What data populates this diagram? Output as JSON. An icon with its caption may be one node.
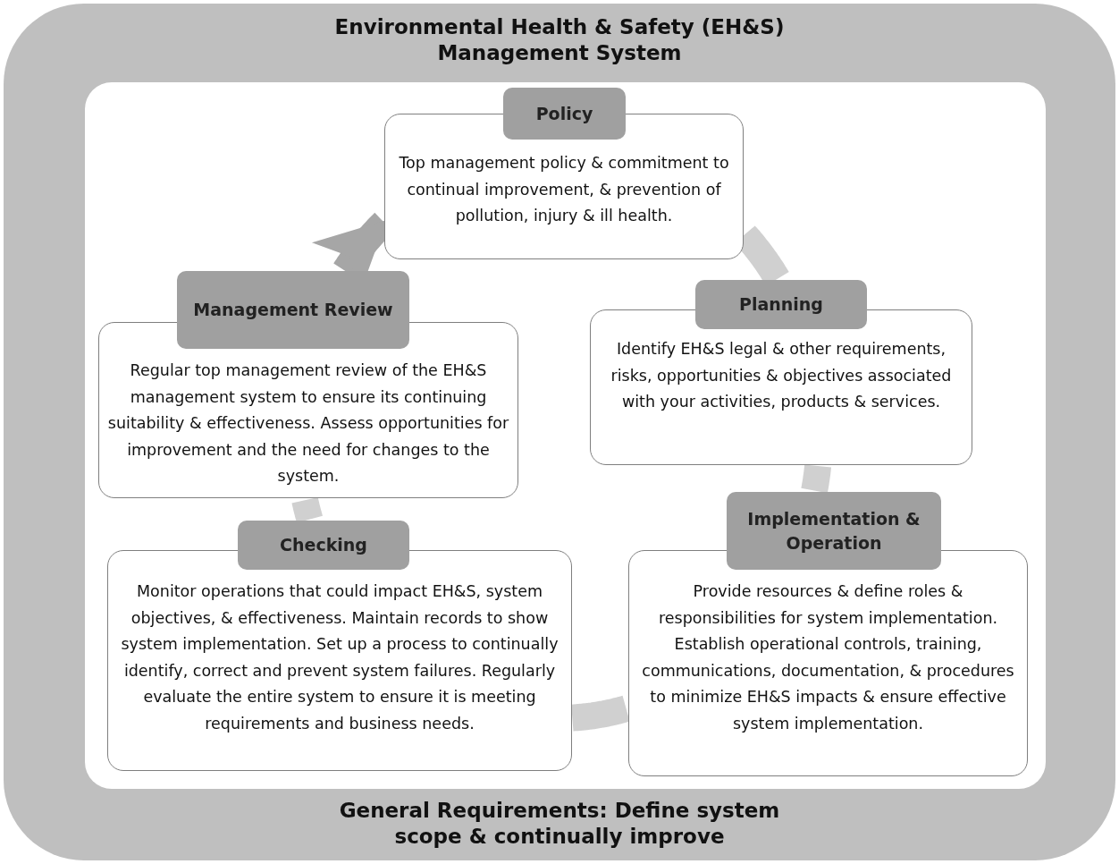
{
  "diagram": {
    "title": "Environmental Health & Safety (EH&S) Management System",
    "nodes": [
      {
        "text": [
          "Policy",
          "Top management policy & commitment to continual improvement, & prevention of pollution, injury & ill health."
        ]
      },
      {
        "text": [
          "Planning",
          "Identify EH&S legal & other requirements, risks, opportunities & objectives associated with your activities, products & services."
        ]
      },
      {
        "text": [
          "Implementation & Operation",
          "Provide resources & define roles & responsibilities for system implementation.  Establish operational controls, training, communications, documentation, & procedures to minimize EH&S impacts & ensure effective system implementation."
        ]
      },
      {
        "text": [
          "Checking",
          "Monitor operations that could impact EH&S, system objectives, & effectiveness. Maintain records to show system implementation.  Set up a process to continually identify, correct and prevent system failures. Regularly evaluate the entire system to ensure it is meeting requirements and business needs."
        ]
      },
      {
        "text": [
          "Management Review",
          "Regular top management review of the EH&S management system to ensure its continuing suitability & effectiveness. Assess opportunities for improvement and the need for changes to the system."
        ]
      }
    ],
    "edges": [
      {
        "from": 0,
        "to": 1,
        "arrow": "none"
      },
      {
        "from": 1,
        "to": 2,
        "arrow": "none"
      },
      {
        "from": 2,
        "to": 3,
        "arrow": "none"
      },
      {
        "from": 3,
        "to": 4,
        "arrow": "none"
      },
      {
        "from": 4,
        "to": 0,
        "arrow": "to",
        "color": "#a6a6a6"
      }
    ],
    "labels": [
      "General Requirements: Define system scope & continually improve"
    ]
  }
}
